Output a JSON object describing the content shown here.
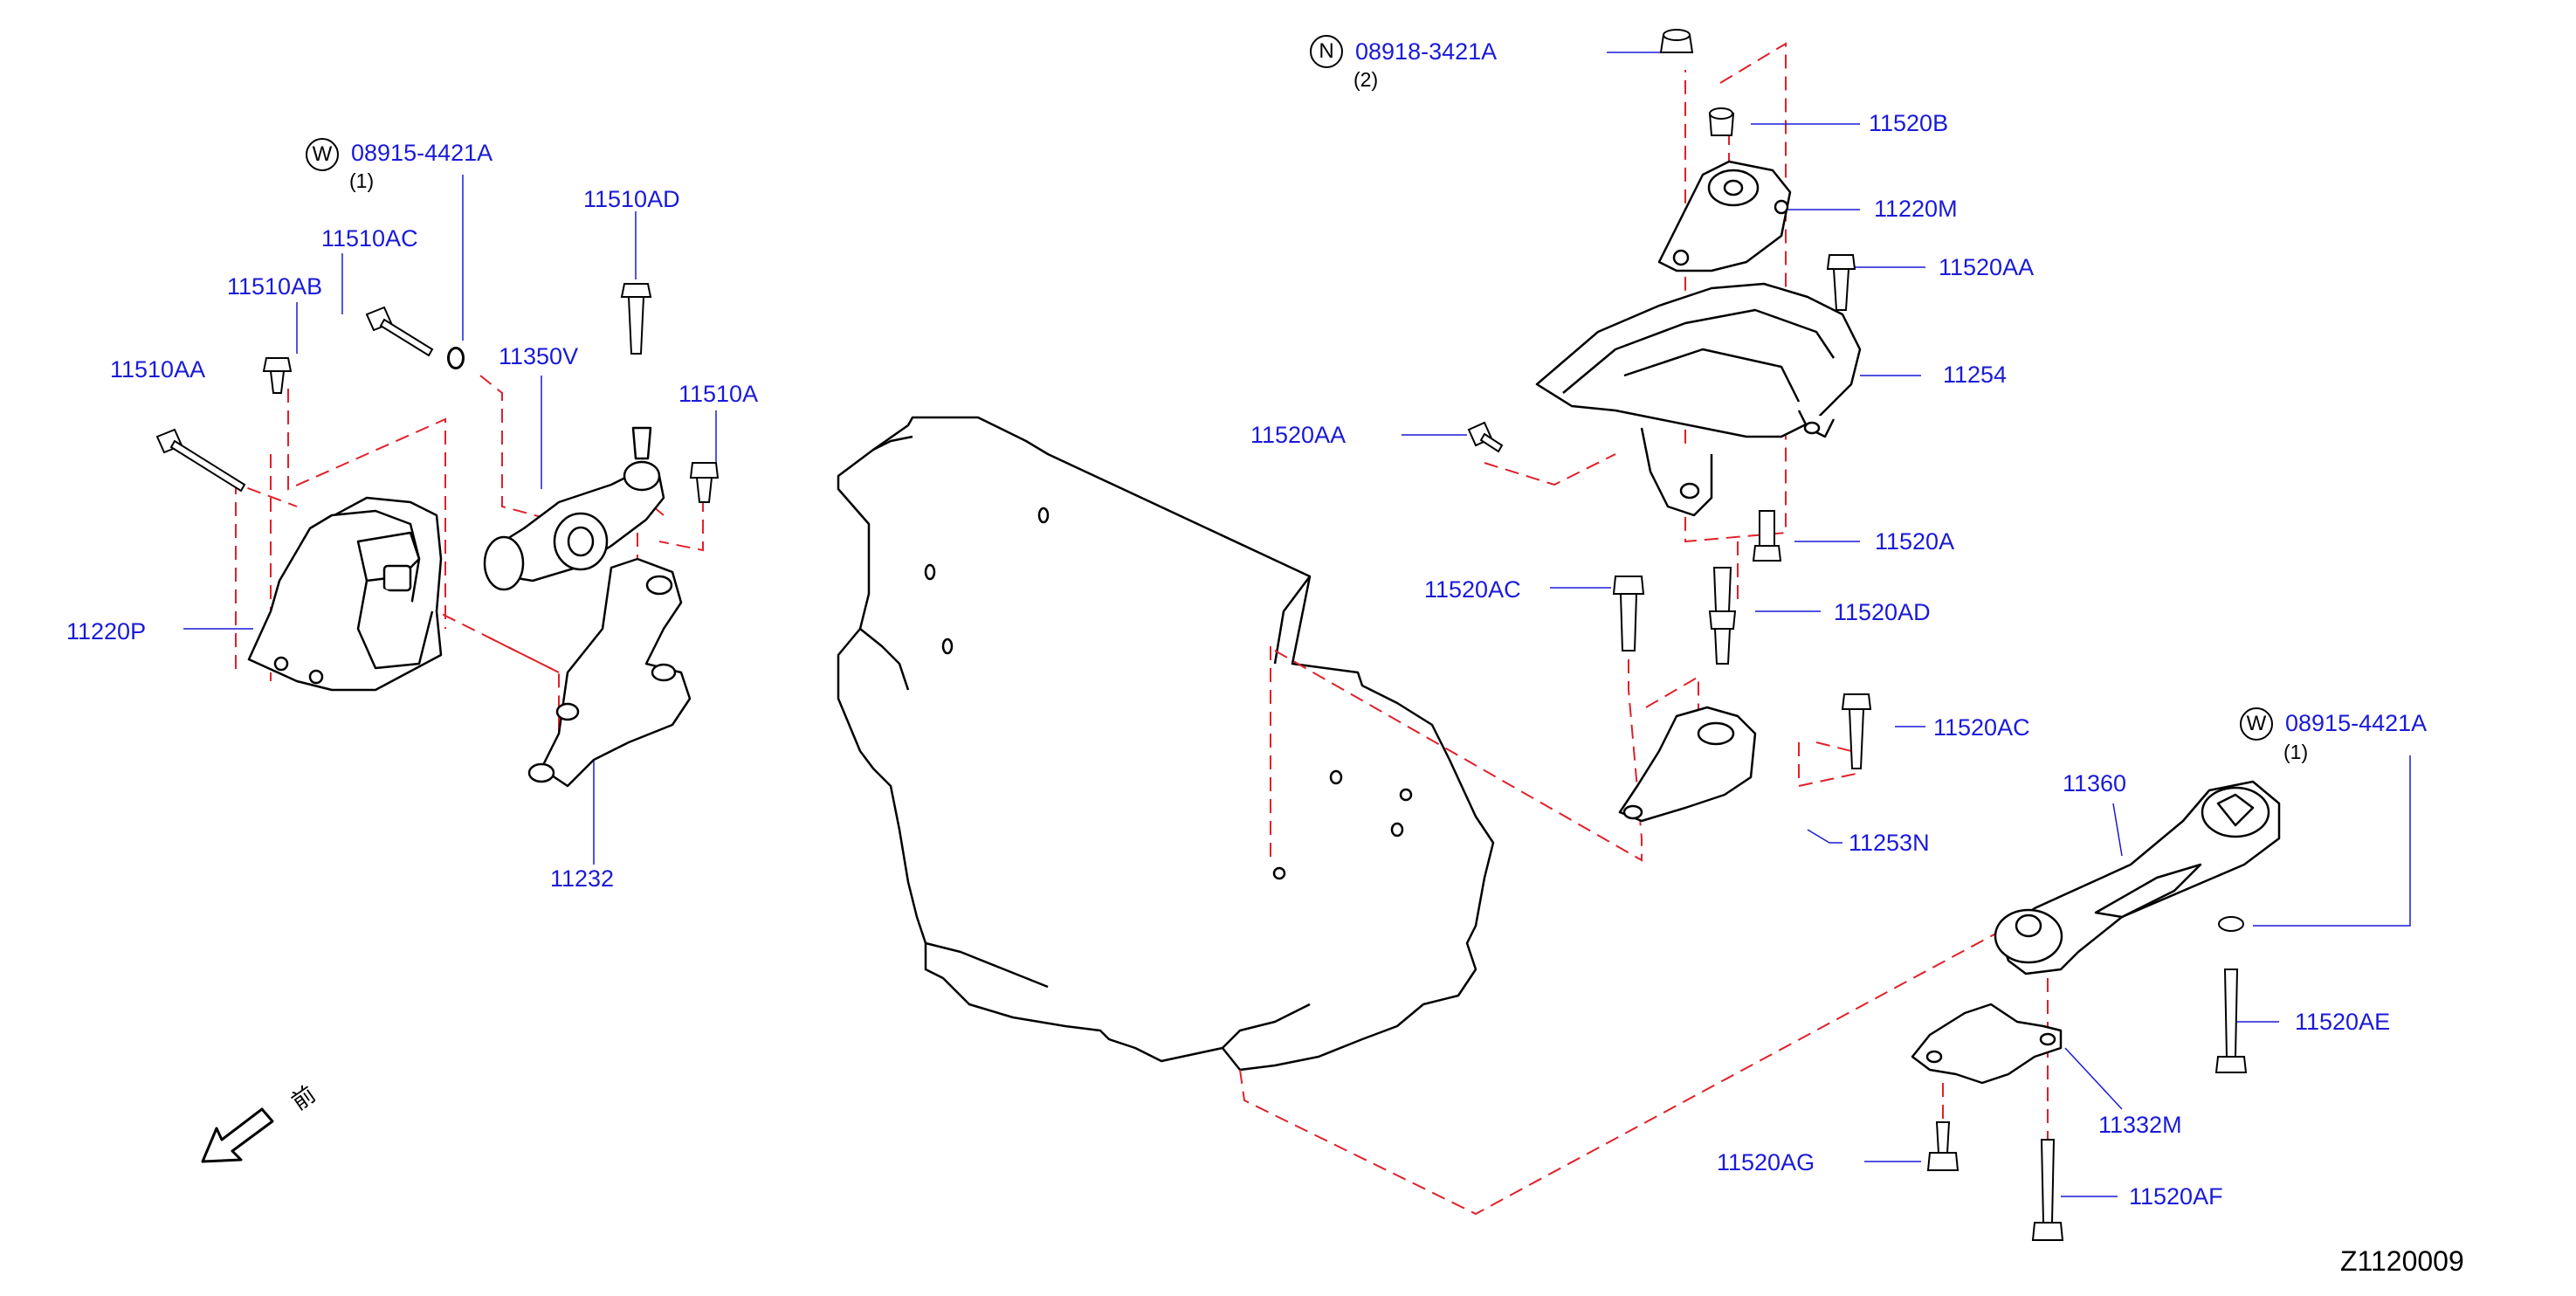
{
  "diagram": {
    "code": "Z1120009",
    "front_label": "前",
    "colors": {
      "part_label": "#1a1ad8",
      "leader_line": "#1a1ad8",
      "dash_line": "#e0202a",
      "outline": "#000000"
    },
    "notes": [
      {
        "symbol": "W",
        "part": "08915-4421A",
        "qty": "(1)"
      },
      {
        "symbol": "N",
        "part": "08918-3421A",
        "qty": "(2)"
      },
      {
        "symbol": "W",
        "part": "08915-4421A",
        "qty": "(1)"
      }
    ],
    "labels": [
      "11510AD",
      "11510AC",
      "11510AB",
      "11510AA",
      "11350V",
      "11510A",
      "11220P",
      "11232",
      "11520B",
      "11220M",
      "11520AA",
      "11254",
      "11520AA",
      "11520A",
      "11520AC",
      "11520AD",
      "11520AC",
      "11253N",
      "11360",
      "11520AE",
      "11332M",
      "11520AG",
      "11520AF"
    ]
  }
}
